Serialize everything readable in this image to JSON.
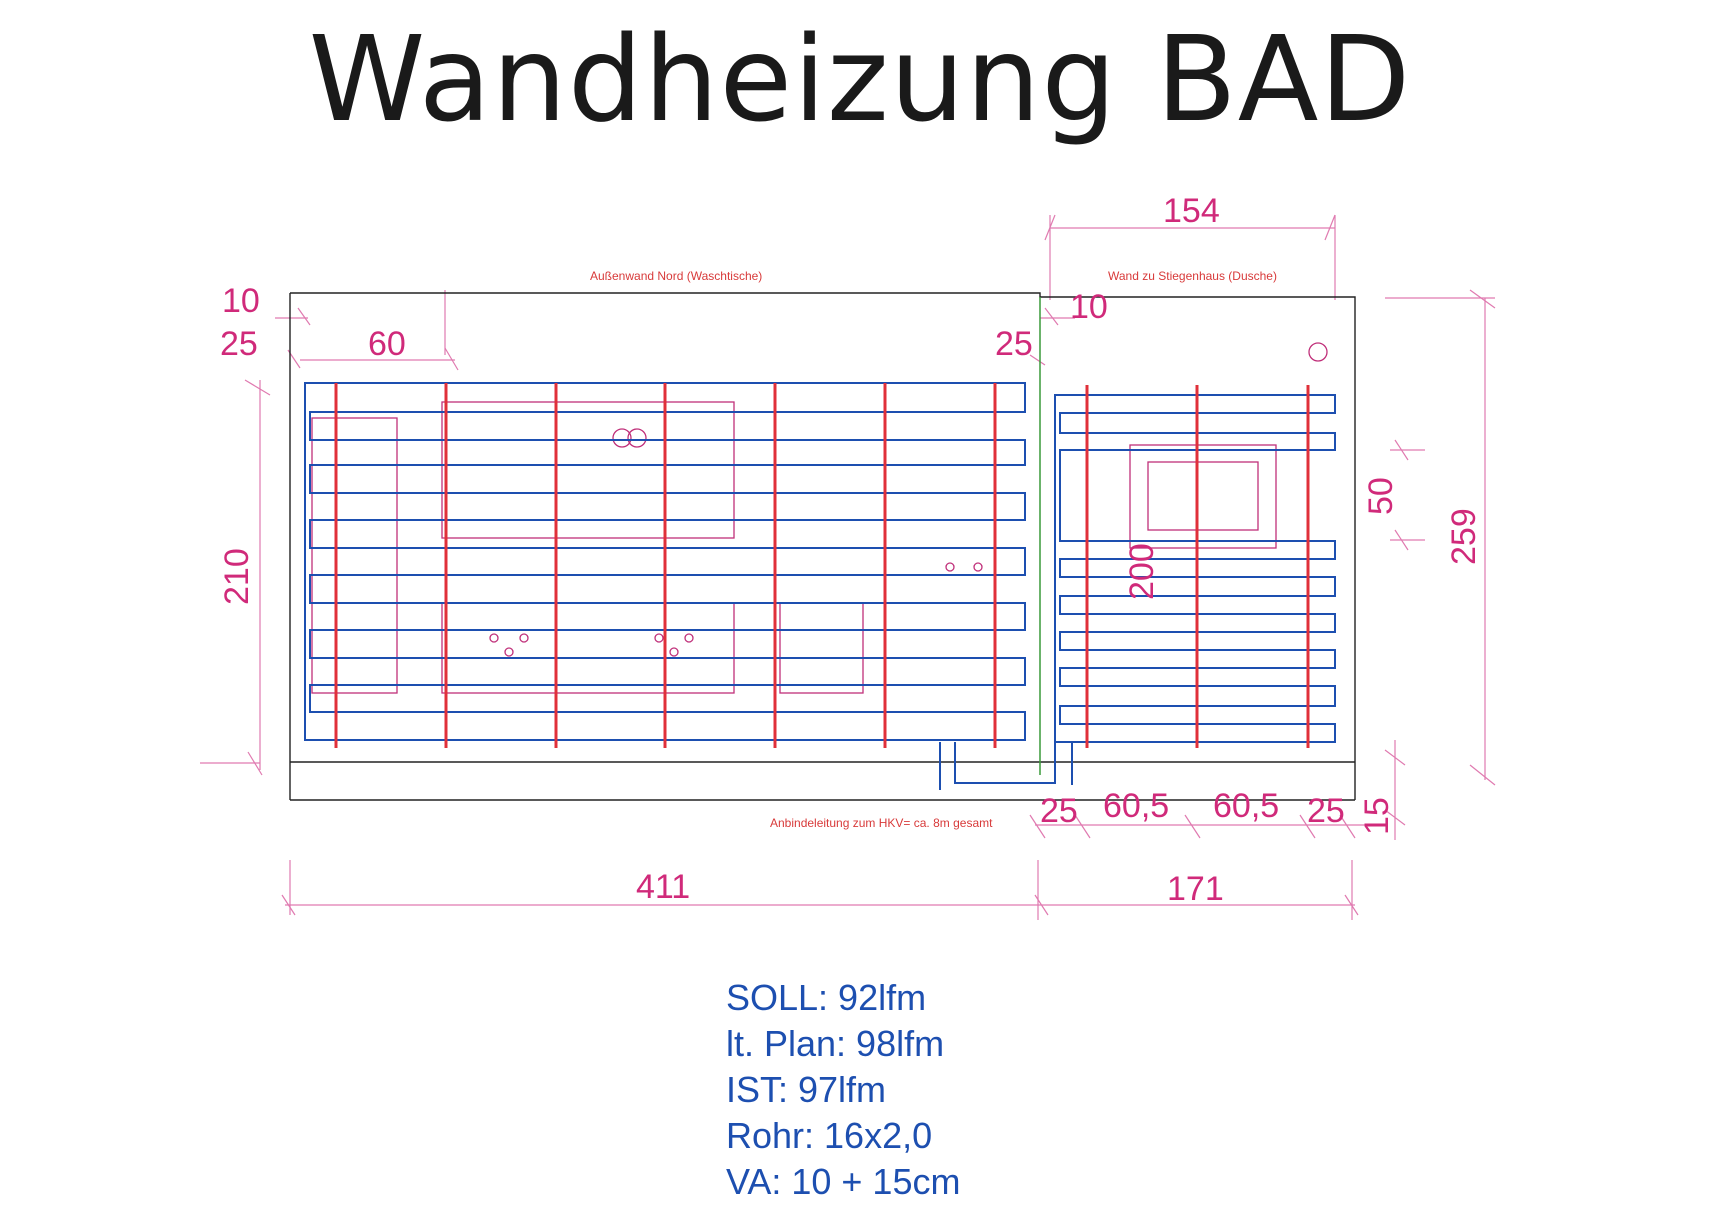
{
  "title": "Wandheizung BAD",
  "labels": {
    "wall_north": "Außenwand Nord (Waschtische)",
    "wall_stair": "Wand zu Stiegenhaus (Dusche)",
    "connection": "Anbindeleitung zum HKV= ca. 8m gesamt"
  },
  "dimensions": {
    "d154": "154",
    "d10a": "10",
    "d25a": "25",
    "d60": "60",
    "d10b": "10",
    "d25b": "25",
    "d210": "210",
    "d50": "50",
    "d259": "259",
    "d200": "200",
    "d25c": "25",
    "d60_5a": "60,5",
    "d60_5b": "60,5",
    "d25d": "25",
    "d15": "15",
    "d411": "411",
    "d171": "171"
  },
  "specs": [
    "SOLL: 92lfm",
    "lt. Plan: 98lfm",
    "IST: 97lfm",
    "Rohr: 16x2,0",
    "VA: 10 + 15cm"
  ],
  "colors": {
    "pipe": "#1d4fb0",
    "rail": "#e0303a",
    "dimension": "#d02a7a",
    "object": "#c0307a",
    "wall": "#222222",
    "divider": "#3a9a3a"
  }
}
